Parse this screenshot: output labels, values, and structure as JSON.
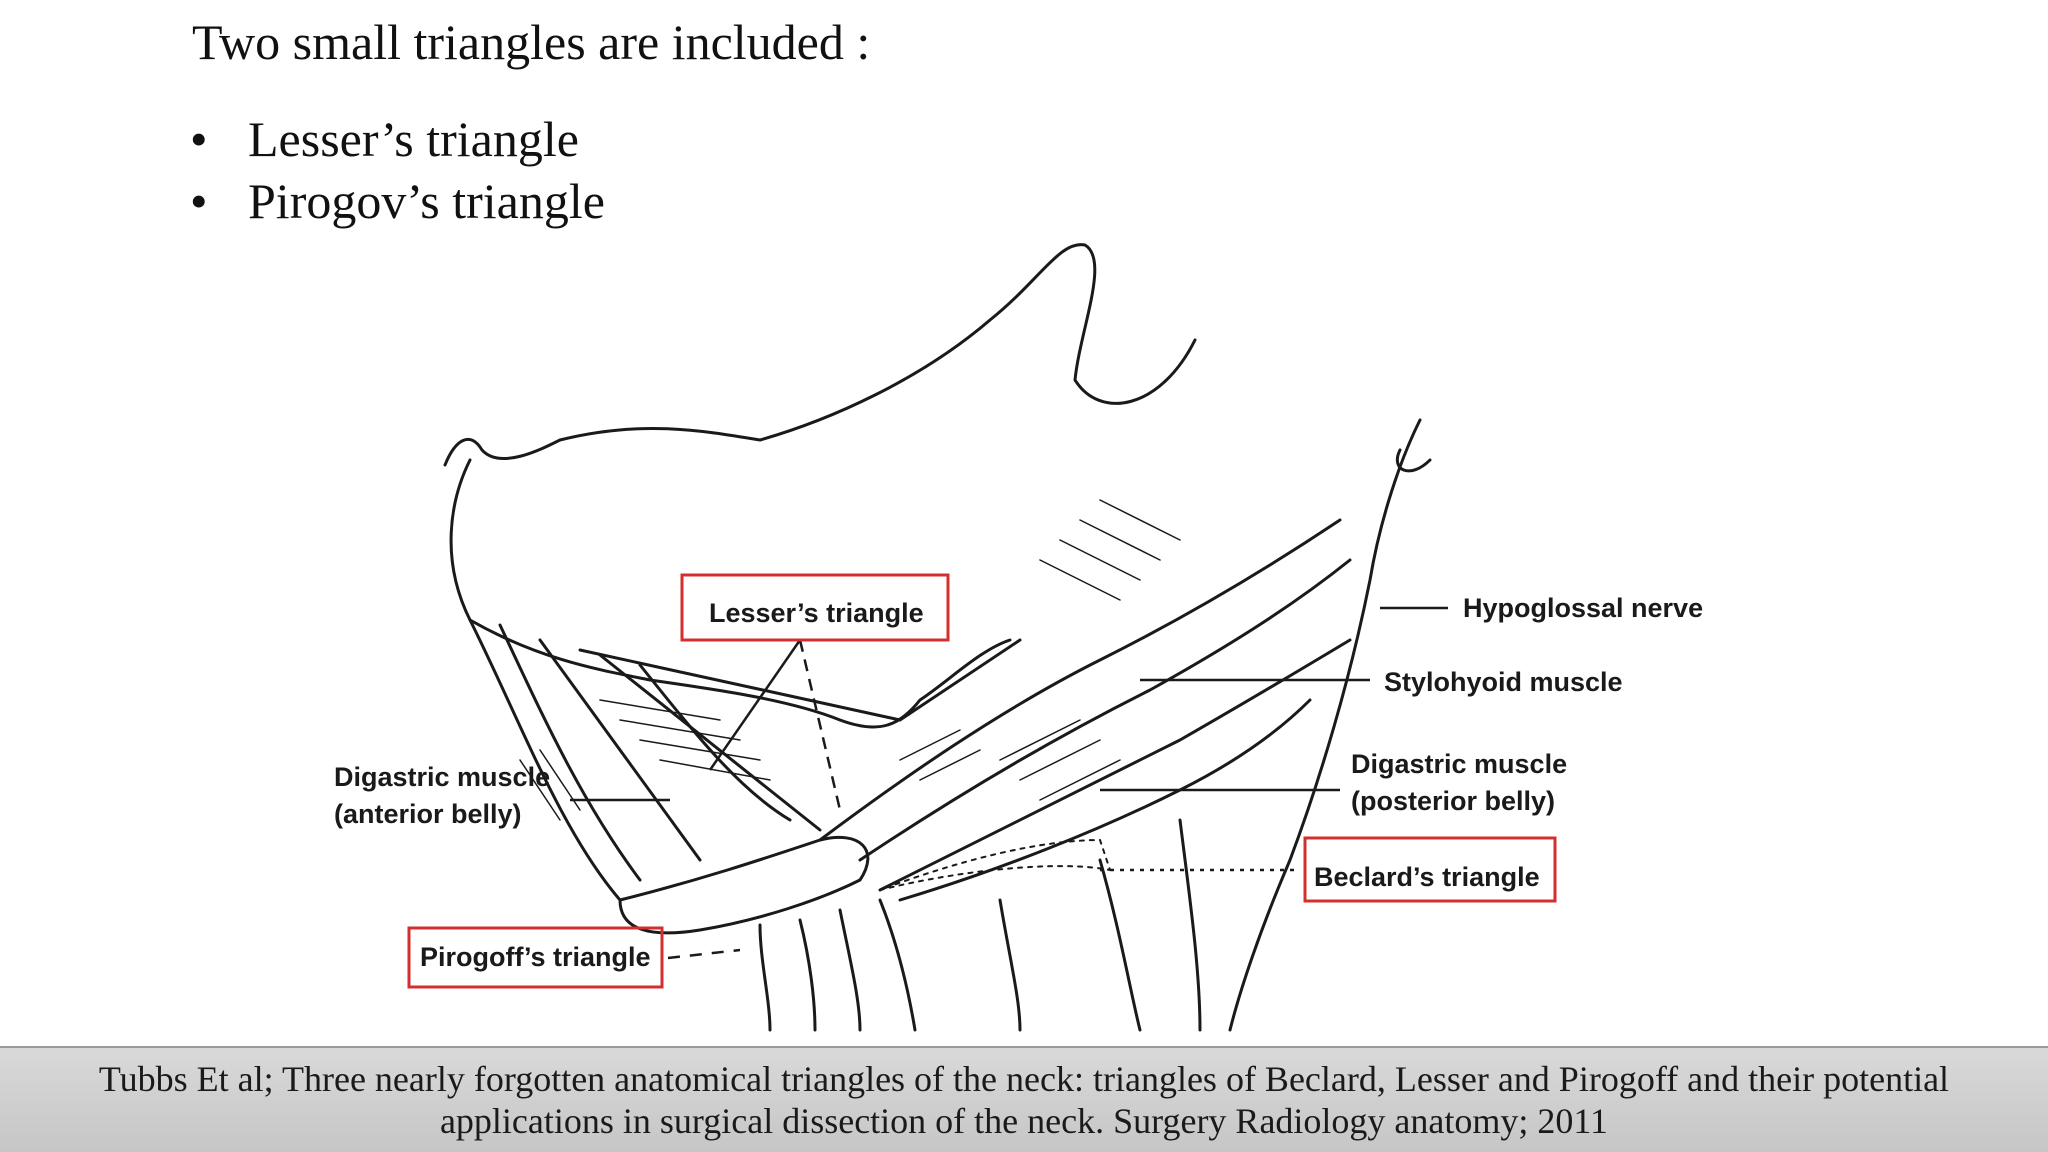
{
  "slide": {
    "heading": "Two small triangles are included :",
    "bullets": [
      "Lesser’s triangle",
      "Pirogov’s triangle"
    ]
  },
  "figure": {
    "labels": {
      "lesser": "Lesser’s triangle",
      "hypoglossal": "Hypoglossal nerve",
      "stylohyoid": "Stylohyoid muscle",
      "digastric_posterior_1": "Digastric muscle",
      "digastric_posterior_2": "(posterior belly)",
      "digastric_anterior_1": "Digastric muscle",
      "digastric_anterior_2": "(anterior belly)",
      "beclard": "Beclard’s triangle",
      "pirogoff": "Pirogoff’s triangle"
    },
    "highlight_color": "#d32f2f"
  },
  "citation": {
    "line1": "Tubbs Et al; Three nearly forgotten anatomical triangles of the neck: triangles of Beclard, Lesser and Pirogoff and their potential",
    "line2": "applications in surgical dissection of the neck. Surgery Radiology anatomy; 2011"
  }
}
